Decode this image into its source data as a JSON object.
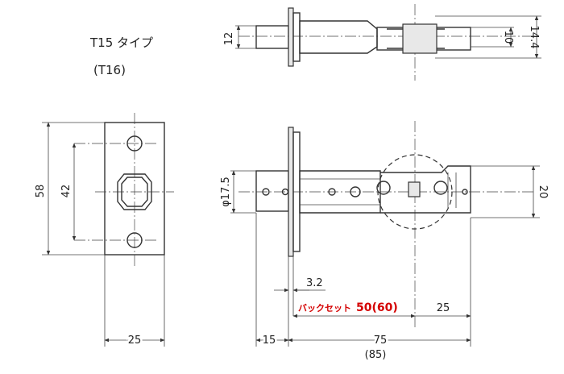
{
  "title": {
    "model": "T15 タイプ",
    "alt_model": "(T16)"
  },
  "dimensions": {
    "top_left": "12",
    "top_right_inner": "10",
    "top_right_outer": "14.4",
    "front_height": "58",
    "front_pitch": "42",
    "front_width": "25",
    "side_diameter": "φ17.5",
    "side_height": "20",
    "plate_thickness": "3.2",
    "backset_label": "バックセット",
    "backset_value": "50(60)",
    "backset_right": "25",
    "front_offset": "15",
    "total_length": "75",
    "total_length_alt": "(85)"
  },
  "colors": {
    "line": "#333333",
    "accent": "#d40000"
  }
}
